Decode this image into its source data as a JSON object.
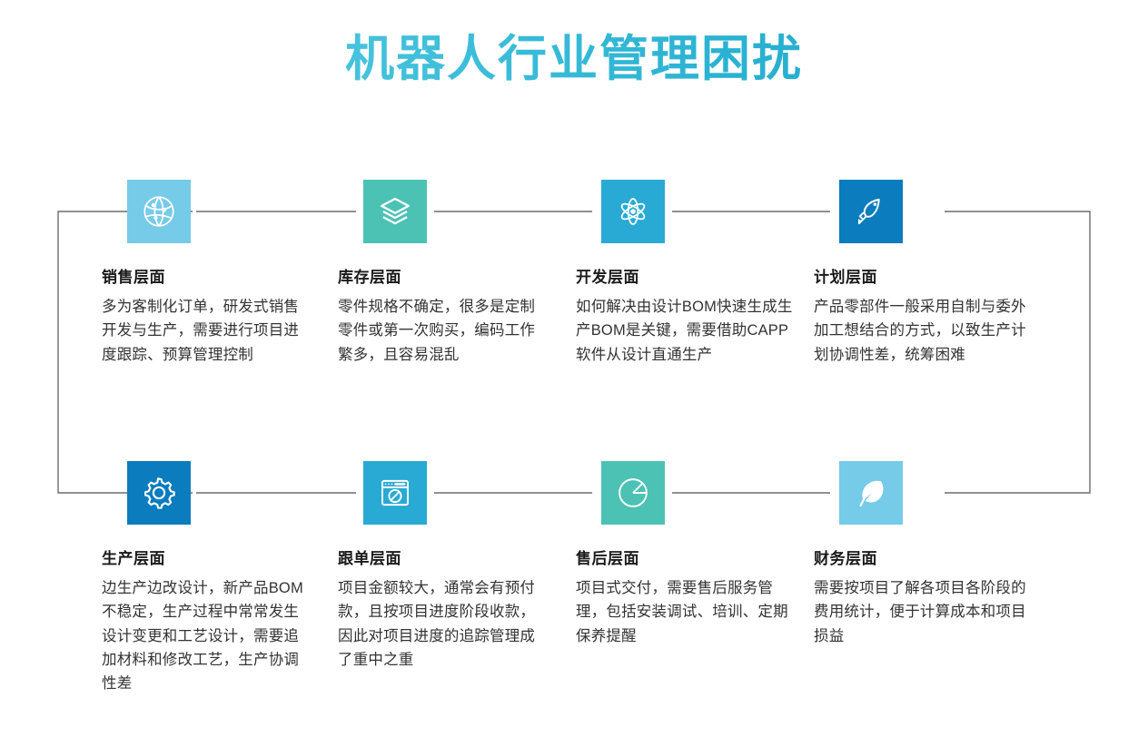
{
  "header": {
    "title": "机器人行业管理困扰",
    "title_gradient_from": "#6fd2e8",
    "title_gradient_to": "#1b9fc4"
  },
  "connector": {
    "line_color": "#6b6b6b",
    "style": "bracket"
  },
  "cards": [
    {
      "id": "sales",
      "icon": "globe-network-icon",
      "icon_bg": "#76cbe8",
      "title": "销售层面",
      "body": "多为客制化订单，研发式销售开发与生产，需要进行项目进度跟踪、预算管理控制"
    },
    {
      "id": "inventory",
      "icon": "layers-stack-icon",
      "icon_bg": "#4cc2b4",
      "title": "库存层面",
      "body": "零件规格不确定，很多是定制零件或第一次购买，编码工作繁多，且容易混乱"
    },
    {
      "id": "development",
      "icon": "atom-icon",
      "icon_bg": "#29aad4",
      "title": "开发层面",
      "body": "如何解决由设计BOM快速生成生产BOM是关键，需要借助CAPP软件从设计直通生产"
    },
    {
      "id": "planning",
      "icon": "rocket-icon",
      "icon_bg": "#0b7cbd",
      "title": "计划层面",
      "body": "产品零部件一般采用自制与委外加工想结合的方式，以致生产计划协调性差，统筹困难"
    },
    {
      "id": "production",
      "icon": "gear-icon",
      "icon_bg": "#0b7cbd",
      "title": "生产层面",
      "body": "边生产边改设计，新产品BOM不稳定，生产过程中常常发生设计变更和工艺设计，需要追加材料和修改工艺，生产协调性差"
    },
    {
      "id": "order-tracking",
      "icon": "browser-compass-icon",
      "icon_bg": "#29aad4",
      "title": "跟单层面",
      "body": "项目金额较大，通常会有预付款，且按项目进度阶段收款，因此对项目进度的追踪管理成了重中之重"
    },
    {
      "id": "after-sales",
      "icon": "pie-chart-icon",
      "icon_bg": "#4cc2b4",
      "title": "售后层面",
      "body": "项目式交付，需要售后服务管理，包括安装调试、培训、定期保养提醒"
    },
    {
      "id": "finance",
      "icon": "feather-icon",
      "icon_bg": "#76cbe8",
      "title": "财务层面",
      "body": "需要按项目了解各项目各阶段的费用统计，便于计算成本和项目损益"
    }
  ]
}
